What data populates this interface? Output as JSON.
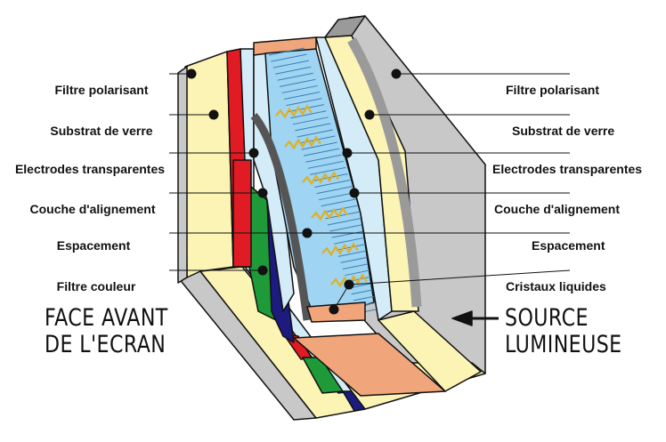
{
  "left_labels": [
    "Filtre polarisant",
    "Substrat de verre",
    "Electrodes transparentes",
    "Couche d'alignement",
    "Espacement",
    "Filtre couleur"
  ],
  "right_labels": [
    "Filtre polarisant",
    "Substrat de verre",
    "Electrodes transparentes",
    "Couche d'alignement",
    "Espacement",
    "Cristaux liquides"
  ],
  "front_caption": {
    "line1": "FACE AVANT",
    "line2": "DE L'ECRAN"
  },
  "source_caption": {
    "line1": "SOURCE",
    "line2": "LUMINEUSE"
  },
  "colors": {
    "outline": "#111111",
    "grey": "#c8c8c8",
    "grey_dark": "#9a9a9a",
    "cream": "#fbf4b4",
    "light_blue": "#d4ecf8",
    "crystal_blue": "#9fd4f2",
    "red": "#e01b24",
    "green": "#1e9a38",
    "navy": "#1d1a80",
    "salmon": "#f0a57a",
    "dark_stripe": "#555555",
    "gold": "#e0b020"
  }
}
